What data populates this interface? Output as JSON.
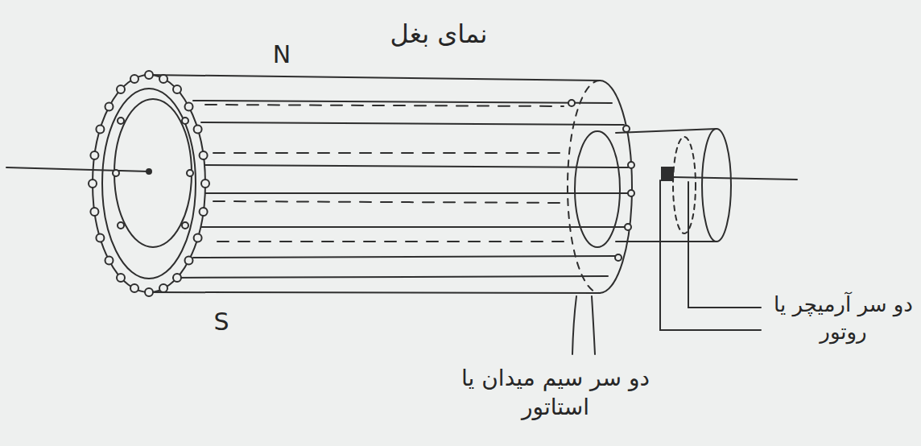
{
  "diagram": {
    "title": "نمای بغل",
    "labels": [
      "N",
      "S",
      "دو سر آرمیچر یا روتور",
      "دو سر سیم میدان یا استاتور"
    ]
  }
}
